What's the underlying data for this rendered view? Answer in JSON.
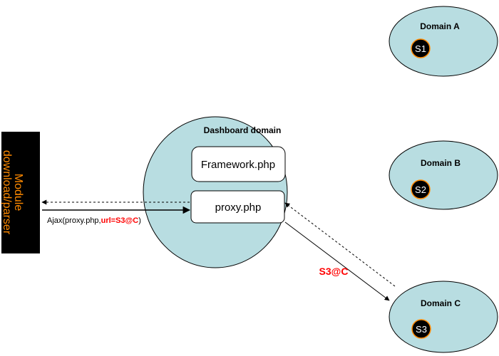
{
  "module_box": {
    "label_line1": "Module",
    "label_line2": "download/parser",
    "text_color": "#ff8a00",
    "fill": "#000000"
  },
  "dashboard": {
    "title": "Dashboard domain",
    "fill": "#b8dde1",
    "framework_label": "Framework.php",
    "proxy_label": "proxy.php"
  },
  "domains": [
    {
      "title": "Domain A",
      "server": "S1"
    },
    {
      "title": "Domain B",
      "server": "S2"
    },
    {
      "title": "Domain C",
      "server": "S3"
    }
  ],
  "ajax_call": {
    "prefix": "Ajax(proxy.php,",
    "param": "url=S3@C",
    "suffix": ")",
    "param_color": "#ff0000"
  },
  "proxy_request": {
    "label": "S3@C",
    "color": "#ff0000"
  },
  "colors": {
    "domain_fill": "#b8dde1",
    "server_fill": "#000000",
    "server_stroke": "#ff8a00",
    "server_text": "#ffffff"
  }
}
